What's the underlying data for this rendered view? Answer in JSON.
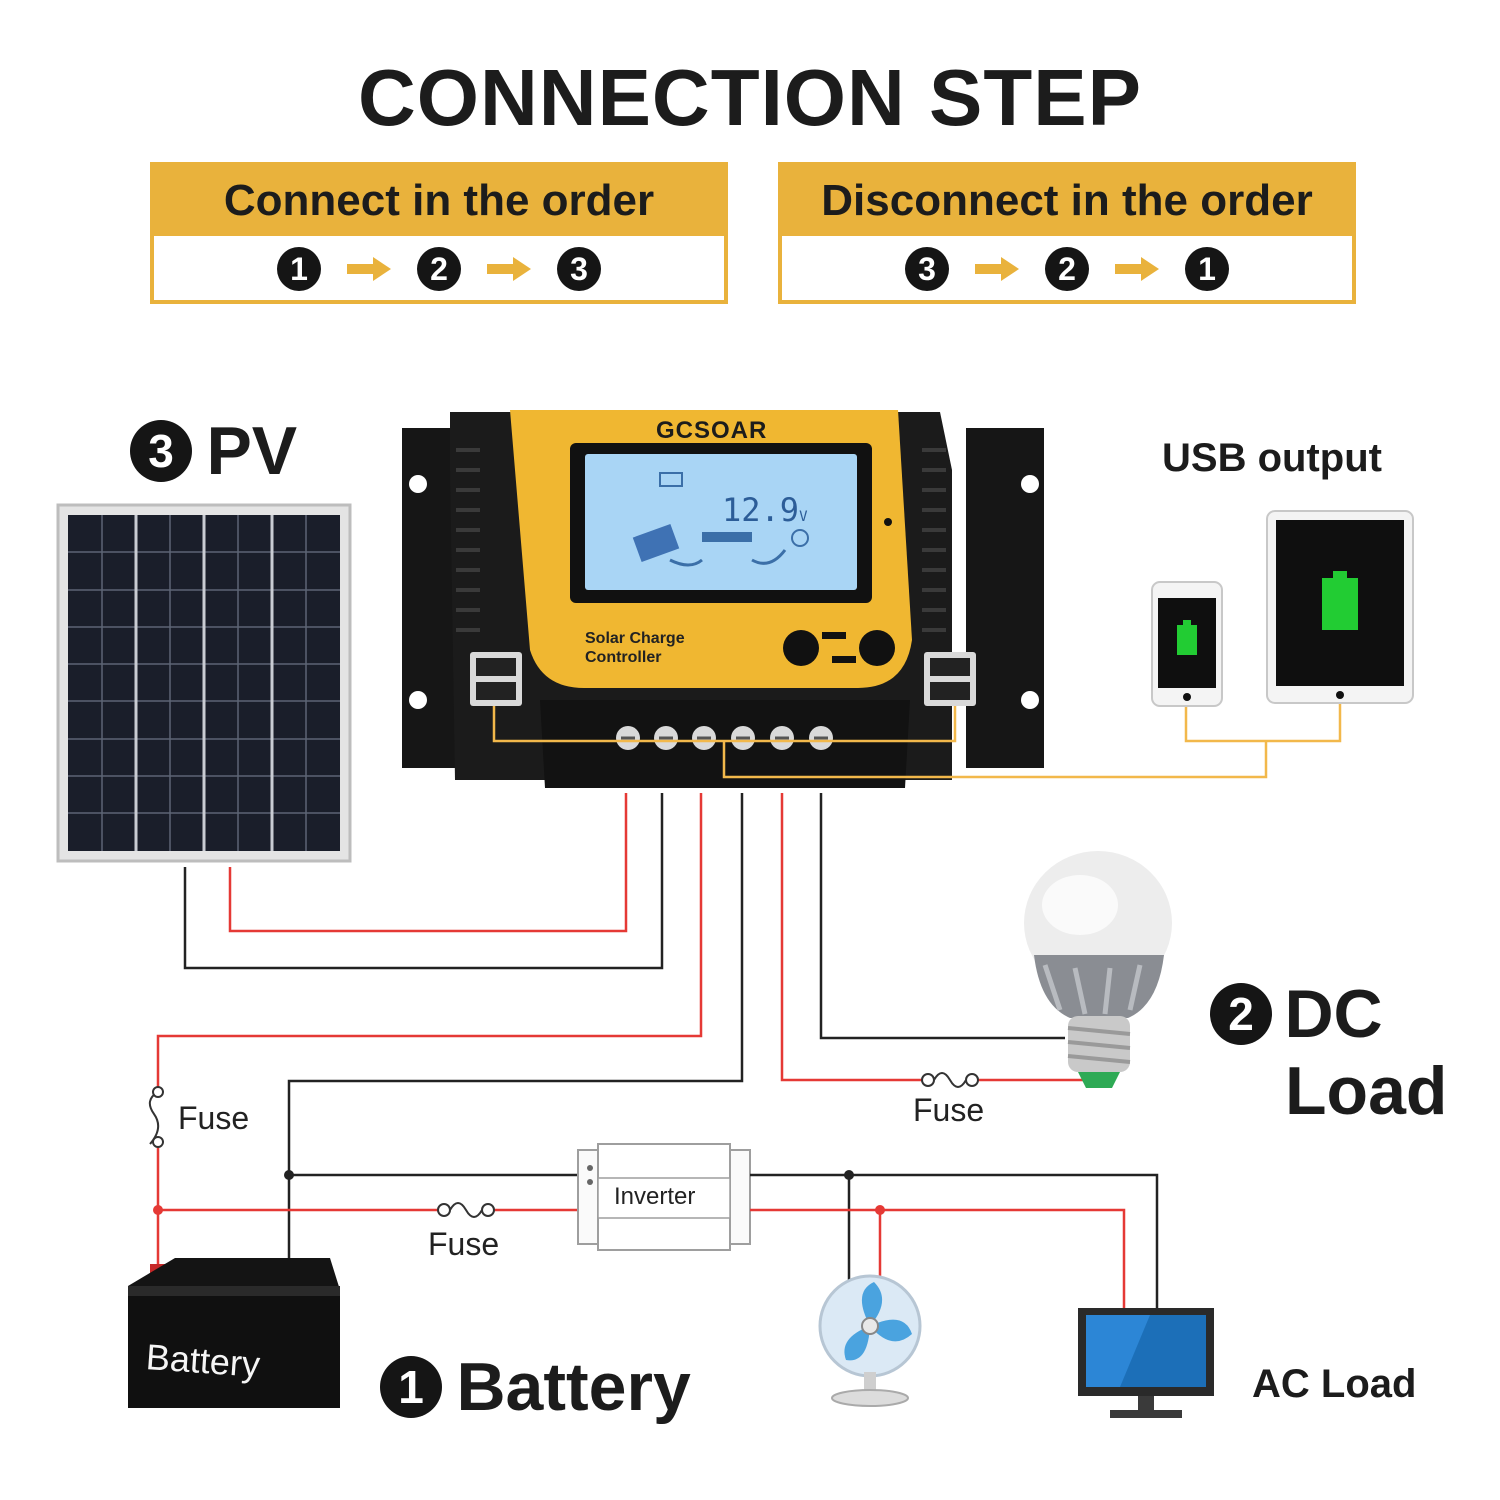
{
  "title": "CONNECTION STEP",
  "connect": {
    "heading": "Connect in the order",
    "steps": [
      "1",
      "2",
      "3"
    ]
  },
  "disconnect": {
    "heading": "Disconnect in the order",
    "steps": [
      "3",
      "2",
      "1"
    ]
  },
  "pv": {
    "number": "3",
    "label": "PV"
  },
  "dc_load": {
    "number": "2",
    "label_line1": "DC",
    "label_line2": "Load"
  },
  "battery": {
    "number": "1",
    "label": "Battery",
    "case_label": "Battery"
  },
  "usb_output": "USB output",
  "ac_load": "AC Load",
  "controller": {
    "brand": "GCSOAR",
    "reading": "12.9",
    "unit": "V",
    "name_line1": "Solar Charge",
    "name_line2": "Controller"
  },
  "inverter": "Inverter",
  "fuses": {
    "battery_positive": "Fuse",
    "inverter": "Fuse",
    "load": "Fuse"
  },
  "colors": {
    "accent": "#e9b23c",
    "wire_positive": "#e53935",
    "wire_negative": "#222222",
    "usb_wire": "#f2b84b"
  }
}
